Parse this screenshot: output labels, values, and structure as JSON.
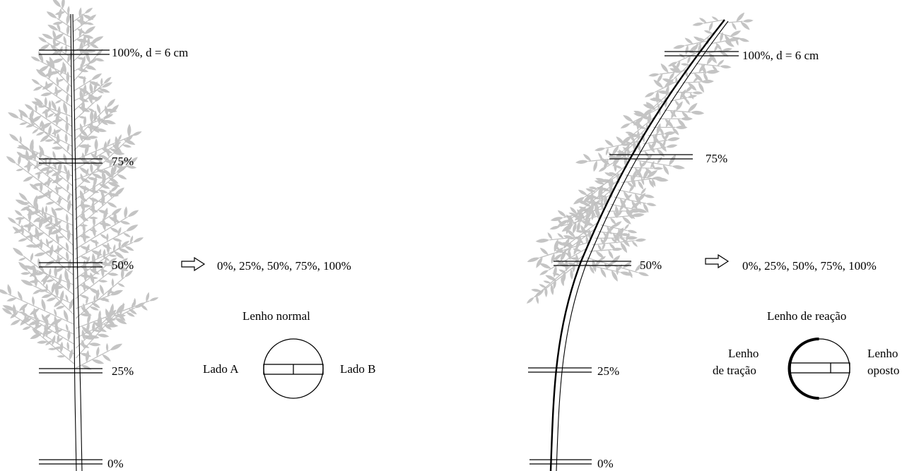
{
  "colors": {
    "foliage": "#bdbdbd",
    "trunk": "#000000",
    "background": "#ffffff"
  },
  "left_tree": {
    "labels": {
      "h100": "100%, d = 6 cm",
      "h75": "75%",
      "h50": "50%",
      "h25": "25%",
      "h0": "0%"
    },
    "positions_text": "0%, 25%, 50%, 75%, 100%",
    "disc_title": "Lenho normal",
    "side_left": "Lado A",
    "side_right": "Lado B"
  },
  "right_tree": {
    "labels": {
      "h100": "100%, d = 6 cm",
      "h75": "75%",
      "h50": "50%",
      "h25": "25%",
      "h0": "0%"
    },
    "positions_text": "0%, 25%, 50%, 75%, 100%",
    "disc_title": "Lenho de reação",
    "side_left_line1": "Lenho",
    "side_left_line2": "de tração",
    "side_right_line1": "Lenho",
    "side_right_line2": "oposto"
  },
  "icons": [
    "arrow-right-icon",
    "arrow-right-icon"
  ]
}
